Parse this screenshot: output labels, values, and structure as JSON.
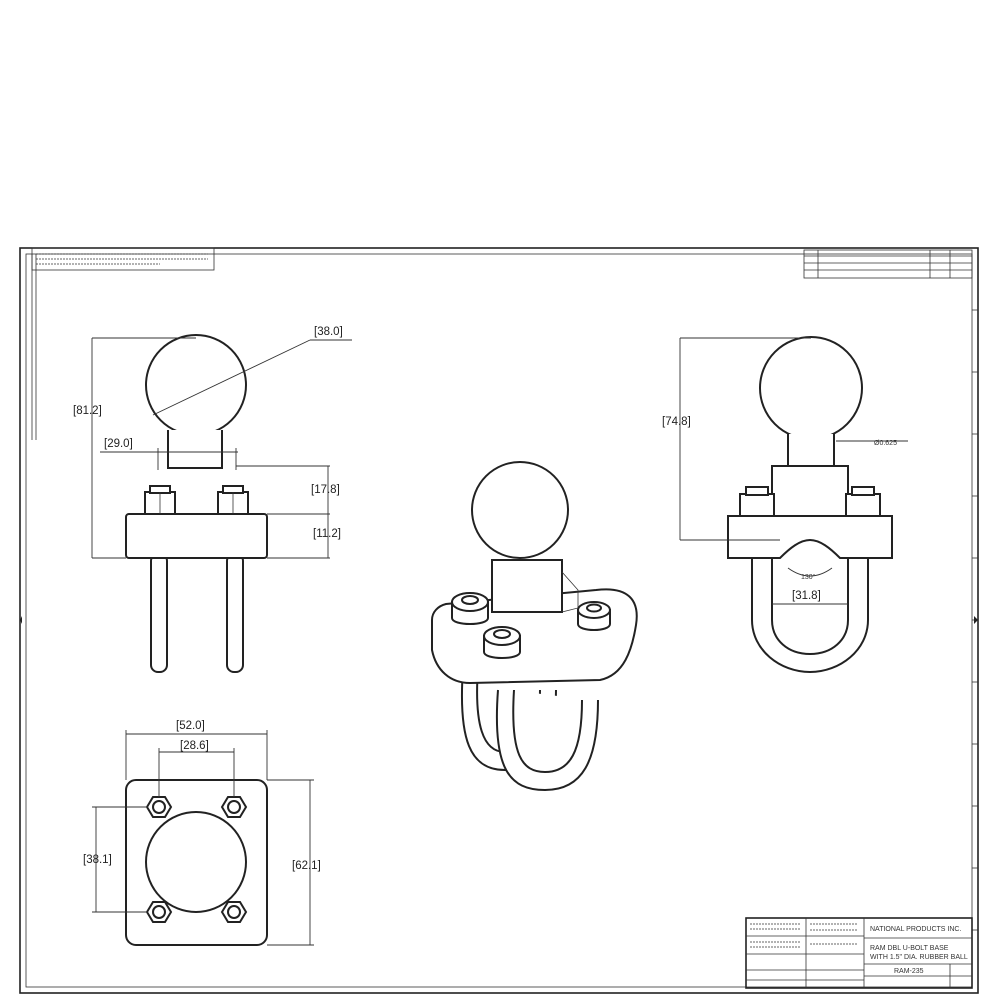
{
  "dimensions": {
    "front_ball_dia": "[38.0]",
    "front_overall_height": "[81.2]",
    "front_neck_width": "[29.0]",
    "front_neck_height": "[17.8]",
    "front_base_height": "[11.2]",
    "side_overall_height": "[74.8]",
    "side_ball_note": "Ø0.625",
    "side_angle": "130°",
    "side_ubolt_width": "[31.8]",
    "top_width": "[52.0]",
    "top_bolt_spacing_x": "[28.6]",
    "top_bolt_spacing_y": "[38.1]",
    "top_height": "[62.1]"
  },
  "title_block": {
    "company": "NATIONAL PRODUCTS INC.",
    "title_line1": "RAM DBL U-BOLT BASE",
    "title_line2": "WITH 1.5\" DIA. RUBBER BALL",
    "part_number": "RAM-235"
  }
}
